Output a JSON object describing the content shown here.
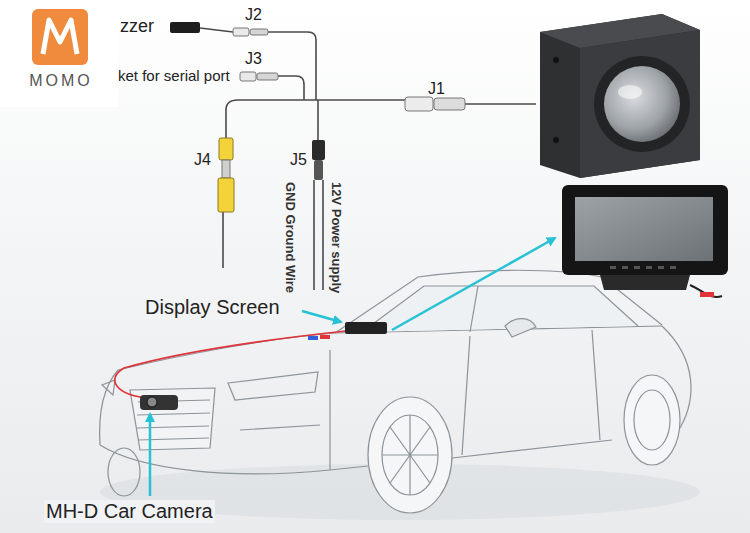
{
  "diagram": {
    "nodes": [
      {
        "text": [
          "MOMO"
        ]
      }
    ],
    "labels": [
      "zzer",
      "ket for serial port",
      "J2",
      "J3",
      "J1",
      "J4",
      "J5",
      "GND Ground Wire",
      "12V Power supply",
      "Display Screen",
      "MH-D Car Camera"
    ]
  }
}
